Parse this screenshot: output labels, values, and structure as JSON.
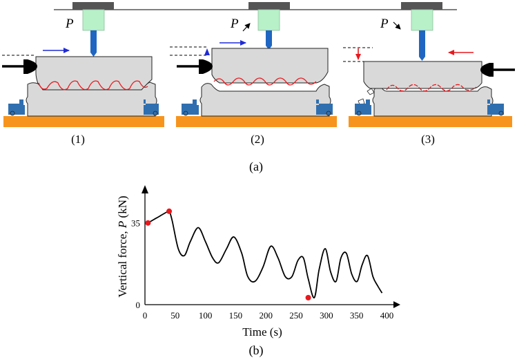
{
  "panels": [
    {
      "label": "(1)",
      "force_label": "P"
    },
    {
      "label": "(2)",
      "force_label": "P"
    },
    {
      "label": "(3)",
      "force_label": "P"
    }
  ],
  "caption_a": "(a)",
  "caption_b": "(b)",
  "colors": {
    "block": "#d9d9d9",
    "ground": "#f7941d",
    "interface": "#e8191e",
    "arrow_blue": "#1f2bd6",
    "arrow_red": "#e8191e",
    "actuator": "#b8f0c8",
    "rod": "#1f66c2",
    "bolt": "#2f6fb0",
    "marker": "#e8191e"
  },
  "chart_data": {
    "type": "line",
    "title": "",
    "xlabel": "Time (s)",
    "ylabel_parts": {
      "pre": "Vertical force, ",
      "var": "P",
      "post": " (kN)"
    },
    "x_ticks": [
      0,
      50,
      100,
      150,
      200,
      250,
      300,
      350,
      400
    ],
    "y_ticks": [
      0,
      35
    ],
    "xlim": [
      0,
      420
    ],
    "ylim": [
      0,
      50
    ],
    "series": [
      {
        "x": [
          5,
          15,
          25,
          35,
          40,
          45,
          55,
          65,
          75,
          88,
          100,
          112,
          122,
          135,
          147,
          160,
          170,
          182,
          195,
          208,
          220,
          232,
          243,
          253,
          262,
          270,
          280,
          288,
          298,
          307,
          316,
          324,
          333,
          342,
          351,
          359,
          368,
          377,
          385,
          392
        ],
        "y": [
          35,
          36.5,
          38,
          39.5,
          40,
          36,
          24,
          21,
          27,
          33,
          27,
          20,
          18,
          24,
          29,
          22,
          12,
          10,
          16,
          25,
          20,
          12,
          12,
          19,
          20,
          11,
          3,
          15,
          24,
          14,
          10,
          20,
          22,
          13,
          10,
          17,
          21,
          12,
          8,
          5
        ]
      }
    ],
    "markers": [
      {
        "x": 5,
        "y": 35
      },
      {
        "x": 40,
        "y": 40
      },
      {
        "x": 270,
        "y": 3
      }
    ]
  }
}
